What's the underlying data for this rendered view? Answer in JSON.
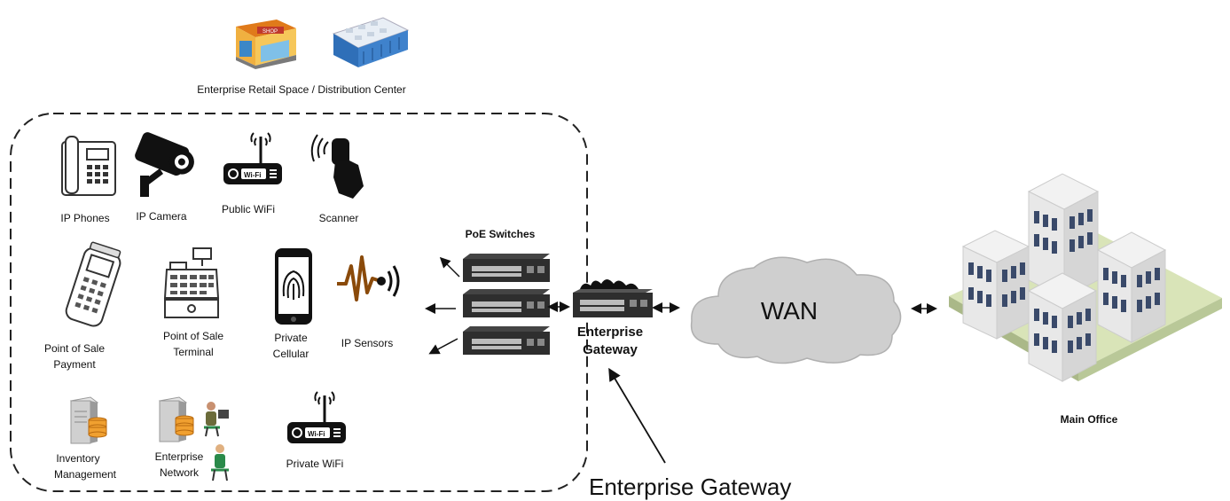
{
  "header": {
    "site_caption": "Enterprise Retail Space / Distribution Center"
  },
  "devices": {
    "ip_phones": "IP Phones",
    "ip_camera": "IP Camera",
    "public_wifi": "Public WiFi",
    "scanner": "Scanner",
    "pos_payment_l1": "Point of Sale",
    "pos_payment_l2": "Payment",
    "pos_terminal_l1": "Point of Sale",
    "pos_terminal_l2": "Terminal",
    "private_cellular_l1": "Private",
    "private_cellular_l2": "Cellular",
    "ip_sensors": "IP Sensors",
    "inventory_l1": "Inventory",
    "inventory_l2": "Management",
    "enterprise_network_l1": "Enterprise",
    "enterprise_network_l2": "Network",
    "private_wifi": "Private WiFi",
    "wifi_badge": "Wi-Fi"
  },
  "network": {
    "poe_switches": "PoE Switches",
    "gateway_l1": "Enterprise",
    "gateway_l2": "Gateway",
    "wan": "WAN",
    "main_office": "Main Office",
    "callout": "Enterprise Gateway"
  },
  "colors": {
    "accent_orange": "#f0a030",
    "switch_dark": "#2e2e2e",
    "cloud_gray": "#cfcfcf",
    "building_blue": "#3a4a6a",
    "ground_green": "#d9e4b8"
  }
}
